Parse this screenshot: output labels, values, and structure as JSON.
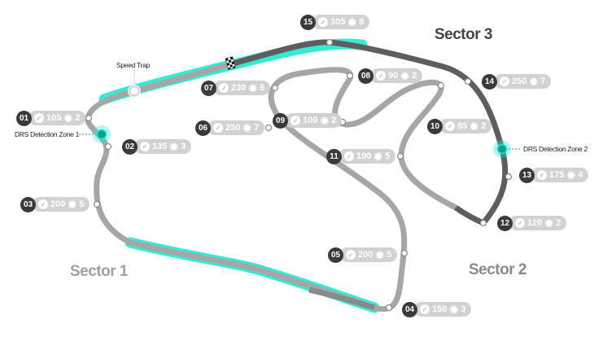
{
  "sectors": {
    "s1": "Sector 1",
    "s2": "Sector 2",
    "s3": "Sector 3"
  },
  "labels": {
    "speed_trap": "Speed Trap",
    "drs1": "DRS Detection Zone 1",
    "drs2": "DRS Detection Zone 2"
  },
  "colors": {
    "drs": "#1de9d0",
    "sector1": "#aaaaaa",
    "sector2": "#999999",
    "sector3": "#5e5e5e",
    "badge": "#3a3a3a",
    "pill": "#d2d2d2"
  },
  "corners": [
    {
      "num": "01",
      "speed": "105",
      "gear": "2"
    },
    {
      "num": "02",
      "speed": "135",
      "gear": "3"
    },
    {
      "num": "03",
      "speed": "200",
      "gear": "5"
    },
    {
      "num": "04",
      "speed": "150",
      "gear": "3"
    },
    {
      "num": "05",
      "speed": "200",
      "gear": "5"
    },
    {
      "num": "06",
      "speed": "250",
      "gear": "7"
    },
    {
      "num": "07",
      "speed": "230",
      "gear": "6"
    },
    {
      "num": "08",
      "speed": "90",
      "gear": "2"
    },
    {
      "num": "09",
      "speed": "100",
      "gear": "2"
    },
    {
      "num": "10",
      "speed": "85",
      "gear": "2"
    },
    {
      "num": "11",
      "speed": "190",
      "gear": "5"
    },
    {
      "num": "12",
      "speed": "120",
      "gear": "2"
    },
    {
      "num": "13",
      "speed": "175",
      "gear": "4"
    },
    {
      "num": "14",
      "speed": "250",
      "gear": "7"
    },
    {
      "num": "15",
      "speed": "305",
      "gear": "8"
    }
  ]
}
